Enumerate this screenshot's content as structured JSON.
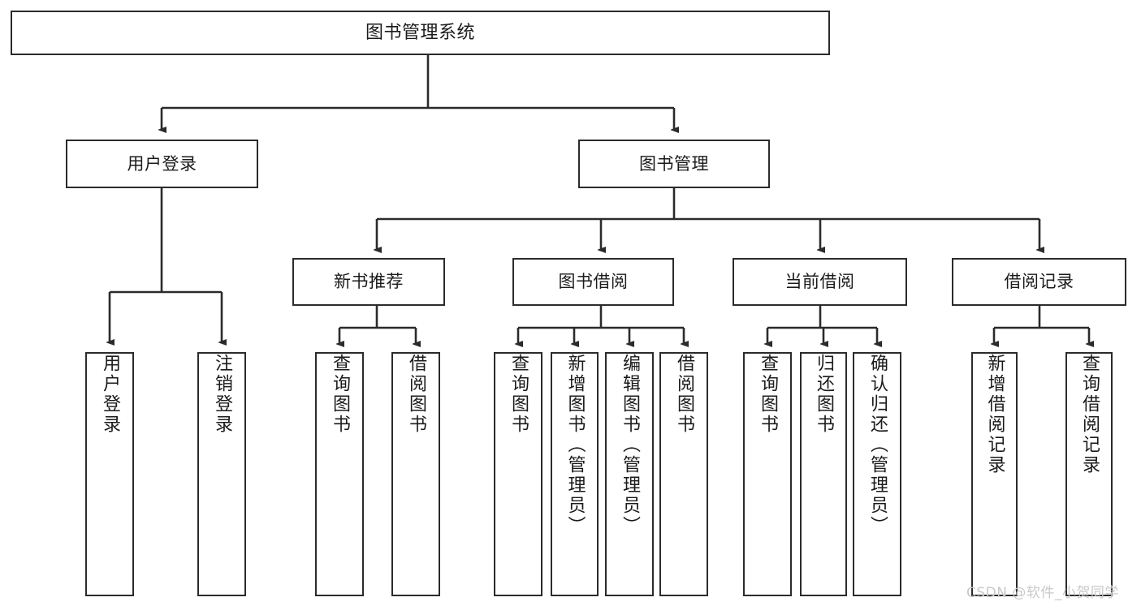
{
  "diagram": {
    "title": "图书管理系统",
    "type": "tree-structure-chart",
    "watermark": "CSDN @软件_小贺同学",
    "colors": {
      "box_border": "#2b2b2b",
      "box_fill": "#ffffff",
      "connector": "#2b2b2b",
      "watermark": "#c9c9c9",
      "background": "#ffffff"
    },
    "nodes": {
      "root": {
        "label": "图书管理系统"
      },
      "level2": [
        {
          "label": "用户登录"
        },
        {
          "label": "图书管理"
        }
      ],
      "level3": [
        {
          "label": "新书推荐"
        },
        {
          "label": "图书借阅"
        },
        {
          "label": "当前借阅"
        },
        {
          "label": "借阅记录"
        }
      ],
      "leaves": {
        "user_login": [
          {
            "label": "用户登录"
          },
          {
            "label": "注销登录"
          }
        ],
        "new_book_recommend": [
          {
            "label": "查询图书"
          },
          {
            "label": "借阅图书"
          }
        ],
        "book_borrow": [
          {
            "label": "查询图书"
          },
          {
            "label": "新增图书（管理员）"
          },
          {
            "label": "编辑图书（管理员）"
          },
          {
            "label": "借阅图书"
          }
        ],
        "current_borrow": [
          {
            "label": "查询图书"
          },
          {
            "label": "归还图书"
          },
          {
            "label": "确认归还（管理员）"
          }
        ],
        "borrow_record": [
          {
            "label": "新增借阅记录"
          },
          {
            "label": "查询借阅记录"
          }
        ]
      }
    }
  }
}
